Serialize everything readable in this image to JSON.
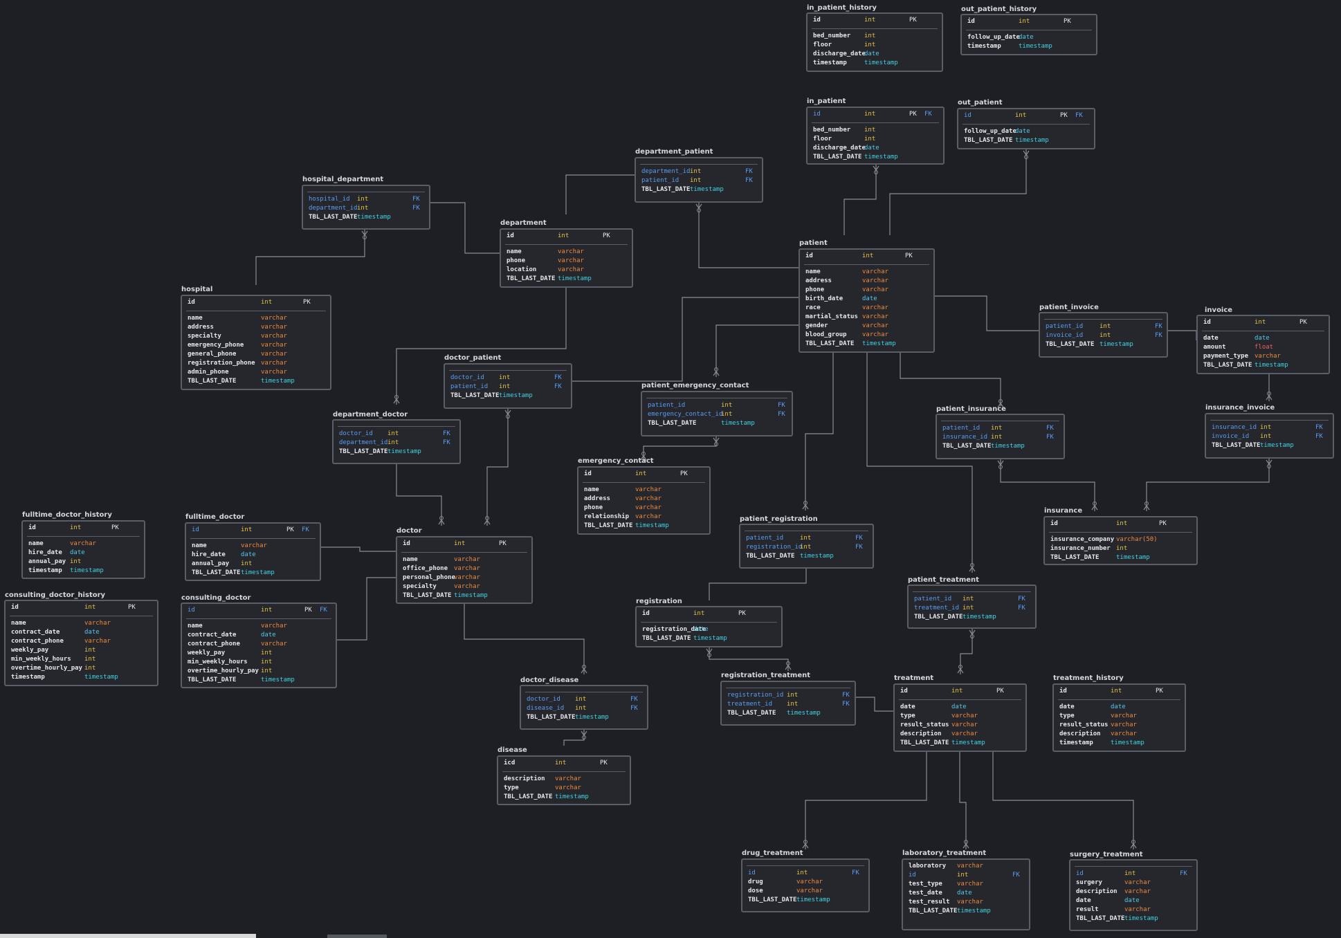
{
  "theme": {
    "background": "#1e1f24",
    "table_bg": "#25272d",
    "border": "#5a5e68",
    "line": "#8a8d94",
    "pk_fk_blue": "#5b9df2"
  },
  "type_colors": {
    "int": "#e8c547",
    "varchar": "#ef8a3c",
    "date": "#56c8e8",
    "timestamp": "#3fd3e0",
    "float": "#ef6060"
  },
  "tables": [
    {
      "name": "in_patient_history",
      "cols": [
        {
          "n": "id",
          "t": "int",
          "k": "PK"
        },
        "-",
        {
          "n": "bed_number",
          "t": "int"
        },
        {
          "n": "floor",
          "t": "int"
        },
        {
          "n": "discharge_date",
          "t": "date"
        },
        {
          "n": "timestamp",
          "t": "timestamp"
        }
      ]
    },
    {
      "name": "out_patient_history",
      "cols": [
        {
          "n": "id",
          "t": "int",
          "k": "PK"
        },
        "-",
        {
          "n": "follow_up_date",
          "t": "date"
        },
        {
          "n": "timestamp",
          "t": "timestamp"
        }
      ]
    },
    {
      "name": "in_patient",
      "cols": [
        {
          "n": "id",
          "t": "int",
          "k": "PK FK"
        },
        "-",
        {
          "n": "bed_number",
          "t": "int"
        },
        {
          "n": "floor",
          "t": "int"
        },
        {
          "n": "discharge_date",
          "t": "date"
        },
        {
          "n": "TBL_LAST_DATE",
          "t": "timestamp"
        }
      ]
    },
    {
      "name": "out_patient",
      "cols": [
        {
          "n": "id",
          "t": "int",
          "k": "PK FK"
        },
        "-",
        {
          "n": "follow_up_date",
          "t": "date"
        },
        {
          "n": "TBL_LAST_DATE",
          "t": "timestamp"
        }
      ]
    },
    {
      "name": "department_patient",
      "cols": [
        "-",
        {
          "n": "department_id",
          "t": "int",
          "k": "FK"
        },
        {
          "n": "patient_id",
          "t": "int",
          "k": "FK"
        },
        {
          "n": "TBL_LAST_DATE",
          "t": "timestamp"
        }
      ]
    },
    {
      "name": "hospital_department",
      "cols": [
        "-",
        {
          "n": "hospital_id",
          "t": "int",
          "k": "FK"
        },
        {
          "n": "department_id",
          "t": "int",
          "k": "FK"
        },
        {
          "n": "TBL_LAST_DATE",
          "t": "timestamp"
        }
      ]
    },
    {
      "name": "department",
      "cols": [
        {
          "n": "id",
          "t": "int",
          "k": "PK"
        },
        "-",
        {
          "n": "name",
          "t": "varchar"
        },
        {
          "n": "phone",
          "t": "varchar"
        },
        {
          "n": "location",
          "t": "varchar"
        },
        {
          "n": "TBL_LAST_DATE",
          "t": "timestamp"
        }
      ]
    },
    {
      "name": "patient",
      "cols": [
        {
          "n": "id",
          "t": "int",
          "k": "PK"
        },
        "-",
        {
          "n": "name",
          "t": "varchar"
        },
        {
          "n": "address",
          "t": "varchar"
        },
        {
          "n": "phone",
          "t": "varchar"
        },
        {
          "n": "birth_date",
          "t": "date"
        },
        {
          "n": "race",
          "t": "varchar"
        },
        {
          "n": "martial_status",
          "t": "varchar"
        },
        {
          "n": "gender",
          "t": "varchar"
        },
        {
          "n": "blood_group",
          "t": "varchar"
        },
        {
          "n": "TBL_LAST_DATE",
          "t": "timestamp"
        }
      ]
    },
    {
      "name": "hospital",
      "cols": [
        {
          "n": "id",
          "t": "int",
          "k": "PK"
        },
        "-",
        {
          "n": "name",
          "t": "varchar"
        },
        {
          "n": "address",
          "t": "varchar"
        },
        {
          "n": "specialty",
          "t": "varchar"
        },
        {
          "n": "emergency_phone",
          "t": "varchar"
        },
        {
          "n": "general_phone",
          "t": "varchar"
        },
        {
          "n": "registration_phone",
          "t": "varchar"
        },
        {
          "n": "admin_phone",
          "t": "varchar"
        },
        {
          "n": "TBL_LAST_DATE",
          "t": "timestamp"
        }
      ]
    },
    {
      "name": "patient_invoice",
      "cols": [
        "-",
        {
          "n": "patient_id",
          "t": "int",
          "k": "FK"
        },
        {
          "n": "invoice_id",
          "t": "int",
          "k": "FK"
        },
        {
          "n": "TBL_LAST_DATE",
          "t": "timestamp"
        }
      ]
    },
    {
      "name": "invoice",
      "cols": [
        {
          "n": "id",
          "t": "int",
          "k": "PK"
        },
        "-",
        {
          "n": "date",
          "t": "date"
        },
        {
          "n": "amount",
          "t": "float"
        },
        {
          "n": "payment_type",
          "t": "varchar"
        },
        {
          "n": "TBL_LAST_DATE",
          "t": "timestamp"
        }
      ]
    },
    {
      "name": "doctor_patient",
      "cols": [
        "-",
        {
          "n": "doctor_id",
          "t": "int",
          "k": "FK"
        },
        {
          "n": "patient_id",
          "t": "int",
          "k": "FK"
        },
        {
          "n": "TBL_LAST_DATE",
          "t": "timestamp"
        }
      ]
    },
    {
      "name": "patient_emergency_contact",
      "cols": [
        "-",
        {
          "n": "patient_id",
          "t": "int",
          "k": "FK"
        },
        {
          "n": "emergency_contact_id",
          "t": "int",
          "k": "FK"
        },
        {
          "n": "TBL_LAST_DATE",
          "t": "timestamp"
        }
      ]
    },
    {
      "name": "patient_insurance",
      "cols": [
        "-",
        {
          "n": "patient_id",
          "t": "int",
          "k": "FK"
        },
        {
          "n": "insurance_id",
          "t": "int",
          "k": "FK"
        },
        {
          "n": "TBL_LAST_DATE",
          "t": "timestamp"
        }
      ]
    },
    {
      "name": "insurance_invoice",
      "cols": [
        "-",
        {
          "n": "insurance_id",
          "t": "int",
          "k": "FK"
        },
        {
          "n": "invoice_id",
          "t": "int",
          "k": "FK"
        },
        {
          "n": "TBL_LAST_DATE",
          "t": "timestamp"
        }
      ]
    },
    {
      "name": "department_doctor",
      "cols": [
        "-",
        {
          "n": "doctor_id",
          "t": "int",
          "k": "FK"
        },
        {
          "n": "department_id",
          "t": "int",
          "k": "FK"
        },
        {
          "n": "TBL_LAST_DATE",
          "t": "timestamp"
        }
      ]
    },
    {
      "name": "emergency_contact",
      "cols": [
        {
          "n": "id",
          "t": "int",
          "k": "PK"
        },
        "-",
        {
          "n": "name",
          "t": "varchar"
        },
        {
          "n": "address",
          "t": "varchar"
        },
        {
          "n": "phone",
          "t": "varchar"
        },
        {
          "n": "relationship",
          "t": "varchar"
        },
        {
          "n": "TBL_LAST_DATE",
          "t": "timestamp"
        }
      ]
    },
    {
      "name": "insurance",
      "cols": [
        {
          "n": "id",
          "t": "int",
          "k": "PK"
        },
        "-",
        {
          "n": "insurance_company",
          "t": "varchar(50)"
        },
        {
          "n": "insurance_number",
          "t": "int"
        },
        {
          "n": "TBL_LAST_DATE",
          "t": "timestamp"
        }
      ]
    },
    {
      "name": "fulltime_doctor_history",
      "cols": [
        {
          "n": "id",
          "t": "int",
          "k": "PK"
        },
        "-",
        {
          "n": "name",
          "t": "varchar"
        },
        {
          "n": "hire_date",
          "t": "date"
        },
        {
          "n": "annual_pay",
          "t": "int"
        },
        {
          "n": "timestamp",
          "t": "timestamp"
        }
      ]
    },
    {
      "name": "fulltime_doctor",
      "cols": [
        {
          "n": "id",
          "t": "int",
          "k": "PK FK"
        },
        "-",
        {
          "n": "name",
          "t": "varchar"
        },
        {
          "n": "hire_date",
          "t": "date"
        },
        {
          "n": "annual_pay",
          "t": "int"
        },
        {
          "n": "TBL_LAST_DATE",
          "t": "timestamp"
        }
      ]
    },
    {
      "name": "doctor",
      "cols": [
        {
          "n": "id",
          "t": "int",
          "k": "PK"
        },
        "-",
        {
          "n": "name",
          "t": "varchar"
        },
        {
          "n": "office_phone",
          "t": "varchar"
        },
        {
          "n": "personal_phone",
          "t": "varchar"
        },
        {
          "n": "specialty",
          "t": "varchar"
        },
        {
          "n": "TBL_LAST_DATE",
          "t": "timestamp"
        }
      ]
    },
    {
      "name": "patient_registration",
      "cols": [
        "-",
        {
          "n": "patient_id",
          "t": "int",
          "k": "FK"
        },
        {
          "n": "registration_id",
          "t": "int",
          "k": "FK"
        },
        {
          "n": "TBL_LAST_DATE",
          "t": "timestamp"
        }
      ]
    },
    {
      "name": "patient_treatment",
      "cols": [
        "-",
        {
          "n": "patient_id",
          "t": "int",
          "k": "FK"
        },
        {
          "n": "treatment_id",
          "t": "int",
          "k": "FK"
        },
        {
          "n": "TBL_LAST_DATE",
          "t": "timestamp"
        }
      ]
    },
    {
      "name": "consulting_doctor_history",
      "cols": [
        {
          "n": "id",
          "t": "int",
          "k": "PK"
        },
        "-",
        {
          "n": "name",
          "t": "varchar"
        },
        {
          "n": "contract_date",
          "t": "date"
        },
        {
          "n": "contract_phone",
          "t": "varchar"
        },
        {
          "n": "weekly_pay",
          "t": "int"
        },
        {
          "n": "min_weekly_hours",
          "t": "int"
        },
        {
          "n": "overtime_hourly_pay",
          "t": "int"
        },
        {
          "n": "timestamp",
          "t": "timestamp"
        }
      ]
    },
    {
      "name": "consulting_doctor",
      "cols": [
        {
          "n": "id",
          "t": "int",
          "k": "PK FK"
        },
        "-",
        {
          "n": "name",
          "t": "varchar"
        },
        {
          "n": "contract_date",
          "t": "date"
        },
        {
          "n": "contract_phone",
          "t": "varchar"
        },
        {
          "n": "weekly_pay",
          "t": "int"
        },
        {
          "n": "min_weekly_hours",
          "t": "int"
        },
        {
          "n": "overtime_hourly_pay",
          "t": "int"
        },
        {
          "n": "TBL_LAST_DATE",
          "t": "timestamp"
        }
      ]
    },
    {
      "name": "registration",
      "cols": [
        {
          "n": "id",
          "t": "int",
          "k": "PK"
        },
        "-",
        {
          "n": "registration_date",
          "t": "date"
        },
        {
          "n": "TBL_LAST_DATE",
          "t": "timestamp"
        }
      ]
    },
    {
      "name": "doctor_disease",
      "cols": [
        "-",
        {
          "n": "doctor_id",
          "t": "int",
          "k": "FK"
        },
        {
          "n": "disease_id",
          "t": "int",
          "k": "FK"
        },
        {
          "n": "TBL_LAST_DATE",
          "t": "timestamp"
        }
      ]
    },
    {
      "name": "registration_treatment",
      "cols": [
        "-",
        {
          "n": "registration_id",
          "t": "int",
          "k": "FK"
        },
        {
          "n": "treatment_id",
          "t": "int",
          "k": "FK"
        },
        {
          "n": "TBL_LAST_DATE",
          "t": "timestamp"
        }
      ]
    },
    {
      "name": "treatment",
      "cols": [
        {
          "n": "id",
          "t": "int",
          "k": "PK"
        },
        "-",
        {
          "n": "date",
          "t": "date"
        },
        {
          "n": "type",
          "t": "varchar"
        },
        {
          "n": "result_status",
          "t": "varchar"
        },
        {
          "n": "description",
          "t": "varchar"
        },
        {
          "n": "TBL_LAST_DATE",
          "t": "timestamp"
        }
      ]
    },
    {
      "name": "treatment_history",
      "cols": [
        {
          "n": "id",
          "t": "int",
          "k": "PK"
        },
        "-",
        {
          "n": "date",
          "t": "date"
        },
        {
          "n": "type",
          "t": "varchar"
        },
        {
          "n": "result_status",
          "t": "varchar"
        },
        {
          "n": "description",
          "t": "varchar"
        },
        {
          "n": "timestamp",
          "t": "timestamp"
        }
      ]
    },
    {
      "name": "disease",
      "cols": [
        {
          "n": "icd",
          "t": "int",
          "k": "PK"
        },
        "-",
        {
          "n": "description",
          "t": "varchar"
        },
        {
          "n": "type",
          "t": "varchar"
        },
        {
          "n": "TBL_LAST_DATE",
          "t": "timestamp"
        }
      ]
    },
    {
      "name": "drug_treatment",
      "cols": [
        "-",
        {
          "n": "id",
          "t": "int",
          "k": "FK"
        },
        {
          "n": "drug",
          "t": "varchar"
        },
        {
          "n": "dose",
          "t": "varchar"
        },
        {
          "n": "TBL_LAST_DATE",
          "t": "timestamp"
        }
      ]
    },
    {
      "name": "laboratory_treatment",
      "cols": [
        {
          "n": "laboratory",
          "t": "varchar"
        },
        {
          "n": "id",
          "t": "int",
          "k": "FK"
        },
        {
          "n": "test_type",
          "t": "varchar"
        },
        {
          "n": "test_date",
          "t": "date"
        },
        {
          "n": "test_result",
          "t": "varchar"
        },
        {
          "n": "TBL_LAST_DATE",
          "t": "timestamp"
        }
      ]
    },
    {
      "name": "surgery_treatment",
      "cols": [
        "-",
        {
          "n": "id",
          "t": "int",
          "k": "FK"
        },
        {
          "n": "surgery",
          "t": "varchar"
        },
        {
          "n": "description",
          "t": "varchar"
        },
        {
          "n": "date",
          "t": "date"
        },
        {
          "n": "result",
          "t": "varchar"
        },
        {
          "n": "TBL_LAST_DATE",
          "t": "timestamp"
        }
      ]
    }
  ]
}
